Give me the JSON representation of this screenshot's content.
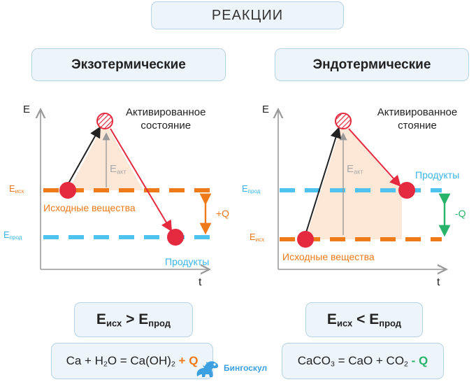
{
  "title": "РЕАКЦИИ",
  "exo": {
    "heading": "Экзотермические",
    "axis_y": "E",
    "axis_x": "t",
    "activated_line1": "Активированное",
    "activated_line2": "состояние",
    "eakt_main": "E",
    "eakt_sub": "акт",
    "eisx_main": "E",
    "eisx_sub": "исх",
    "eprod_main": "E",
    "eprod_sub": "прод",
    "reactants": "Исходные вещества",
    "products": "Продукты",
    "heat": "+Q",
    "cmp_e1": "E",
    "cmp_s1": "исх",
    "cmp_op": " > ",
    "cmp_e2": "E",
    "cmp_s2": "прод",
    "eq_a": "Ca + H",
    "eq_a_sub": "2",
    "eq_b": "O = Ca(OH)",
    "eq_b_sub": "2",
    "eq_heat": " + Q"
  },
  "endo": {
    "heading": "Эндотермические",
    "axis_y": "E",
    "axis_x": "t",
    "activated_line1": "Активированное",
    "activated_line2": "стояние",
    "eakt_main": "E",
    "eakt_sub": "акт",
    "eprod_main": "E",
    "eprod_sub": "прод",
    "eisx_main": "E",
    "eisx_sub": "исх",
    "reactants": "Исходные вещества",
    "products": "Продукты",
    "heat": "-Q",
    "cmp_e1": "E",
    "cmp_s1": "исх",
    "cmp_op": " < ",
    "cmp_e2": "E",
    "cmp_s2": "прод",
    "eq_a": "CaCO",
    "eq_a_sub": "3",
    "eq_b": " = CaO + CO",
    "eq_b_sub": "2",
    "eq_heat": " - Q"
  },
  "logo": "Бингоскул",
  "colors": {
    "orange": "#ee7a1a",
    "blue": "#4fc3ef",
    "red": "#e5293f",
    "green": "#27b36a",
    "fill": "#fde3cf",
    "box_bg": "#eef5fa"
  }
}
